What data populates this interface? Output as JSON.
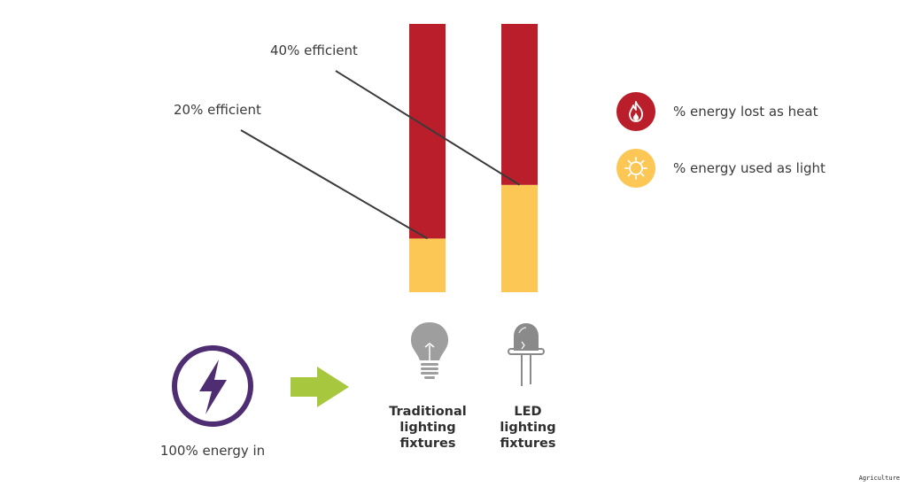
{
  "chart_data": {
    "type": "bar",
    "stacked": true,
    "categories": [
      "Traditional lighting fixtures",
      "LED lighting fixtures"
    ],
    "series": [
      {
        "name": "% energy used as light",
        "values": [
          20,
          40
        ],
        "color": "#fcc754"
      },
      {
        "name": "% energy lost as heat",
        "values": [
          80,
          60
        ],
        "color": "#bb1e2b"
      }
    ],
    "ylim": [
      0,
      100
    ]
  },
  "annotations": [
    {
      "text": "20% efficient",
      "category": 0
    },
    {
      "text": "40% efficient",
      "category": 1
    }
  ],
  "legend": [
    {
      "label": "% energy lost as heat",
      "color": "#bb1e2b",
      "icon": "flame-icon"
    },
    {
      "label": "% energy used as light",
      "color": "#fcc754",
      "icon": "sun-icon"
    }
  ],
  "fixtures": [
    {
      "label": "Traditional lighting fixtures",
      "icon": "light-bulb-icon"
    },
    {
      "label": "LED lighting fixtures",
      "icon": "led-icon"
    }
  ],
  "energy_in": {
    "label": "100% energy in",
    "icon": "lightning-bolt-icon",
    "color": "#4f2d73"
  },
  "arrow_color": "#a7c83e",
  "footer_tag": "Agriculture"
}
